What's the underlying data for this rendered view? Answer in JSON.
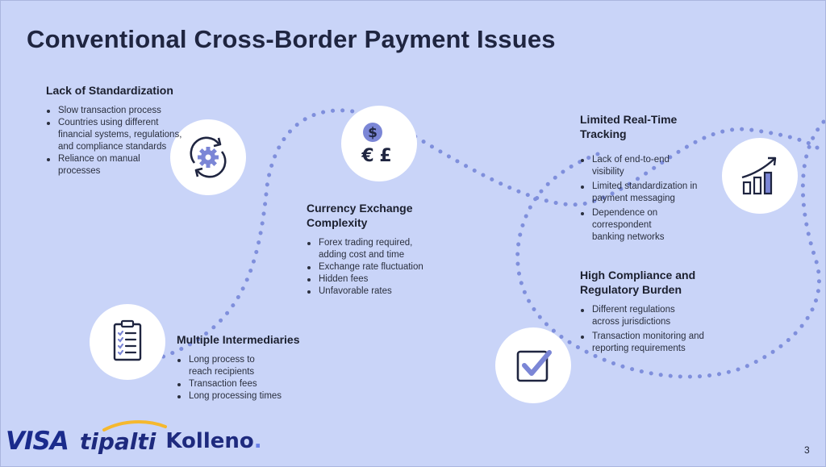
{
  "slide": {
    "title": "Conventional Cross-Border Payment Issues",
    "page_number": "3"
  },
  "sections": {
    "standardization": {
      "heading": "Lack of Standardization",
      "items": [
        "Slow transaction process",
        "Countries using  different financial systems, regulations, and compliance standards",
        "Reliance on manual processes"
      ]
    },
    "currency": {
      "heading": "Currency Exchange Complexity",
      "items": [
        "Forex trading required, adding cost and time",
        "Exchange rate fluctuation",
        "Hidden fees",
        "Unfavorable rates"
      ]
    },
    "intermediaries": {
      "heading": "Multiple Intermediaries",
      "items": [
        "Long process to reach recipients",
        "Transaction fees",
        "Long processing times"
      ]
    },
    "tracking": {
      "heading": "Limited Real-Time Tracking",
      "items": [
        "Lack of end-to-end visibility",
        "Limited standardization in payment messaging",
        "Dependence on correspondent banking networks"
      ]
    },
    "compliance": {
      "heading": "High Compliance and Regulatory Burden",
      "items": [
        "Different regulations across jurisdictions",
        "Transaction monitoring and reporting requirements"
      ]
    }
  },
  "icons": {
    "standardization": "gear-refresh-icon",
    "currency": "currency-exchange-icon",
    "intermediaries": "checklist-clipboard-icon",
    "tracking": "growth-chart-icon",
    "compliance": "checkbox-icon"
  },
  "logos": {
    "visa": "VISA",
    "tipalti": "tipalti",
    "kolleno": "Kolleno",
    "kolleno_dot": "."
  },
  "colors": {
    "background": "#c9d4f8",
    "dots": "#7f8fdc",
    "icon_dark": "#1f2540",
    "icon_accent": "#7b86d6",
    "brand_navy": "#1e2a7e"
  }
}
